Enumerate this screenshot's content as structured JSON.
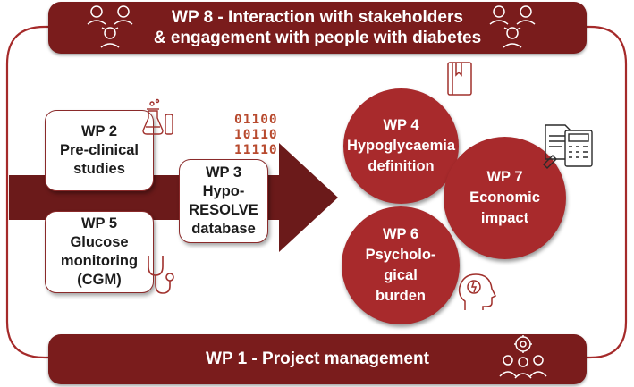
{
  "colors": {
    "accent": "#7a1c1c",
    "circle": "#a82a2c",
    "arrow": "#6b1a1a",
    "icon": "#a0302c"
  },
  "wp8": {
    "line1": "WP 8 - Interaction with stakeholders",
    "line2": "& engagement with people with diabetes"
  },
  "wp1": {
    "label": "WP 1 - Project management"
  },
  "wp2": {
    "lines": [
      "WP 2",
      "Pre-clinical",
      "studies"
    ]
  },
  "wp5": {
    "lines": [
      "WP 5",
      "Glucose",
      "monitoring",
      "(CGM)"
    ]
  },
  "wp3": {
    "lines": [
      "WP 3",
      "Hypo-",
      "RESOLVE",
      "database"
    ]
  },
  "wp4": {
    "lines": [
      "WP 4",
      "Hypoglycaemia",
      "definition"
    ]
  },
  "wp7": {
    "lines": [
      "WP 7",
      "Economic",
      "impact"
    ]
  },
  "wp6": {
    "lines": [
      "WP 6",
      "Psycholo-",
      "gical",
      "burden"
    ]
  },
  "binary": [
    "01100",
    "10110",
    "11110"
  ],
  "icons": [
    "stakeholders-icon",
    "lab-flask-icon",
    "stethoscope-icon",
    "book-icon",
    "calculator-icon",
    "brain-head-icon",
    "team-gear-icon"
  ]
}
